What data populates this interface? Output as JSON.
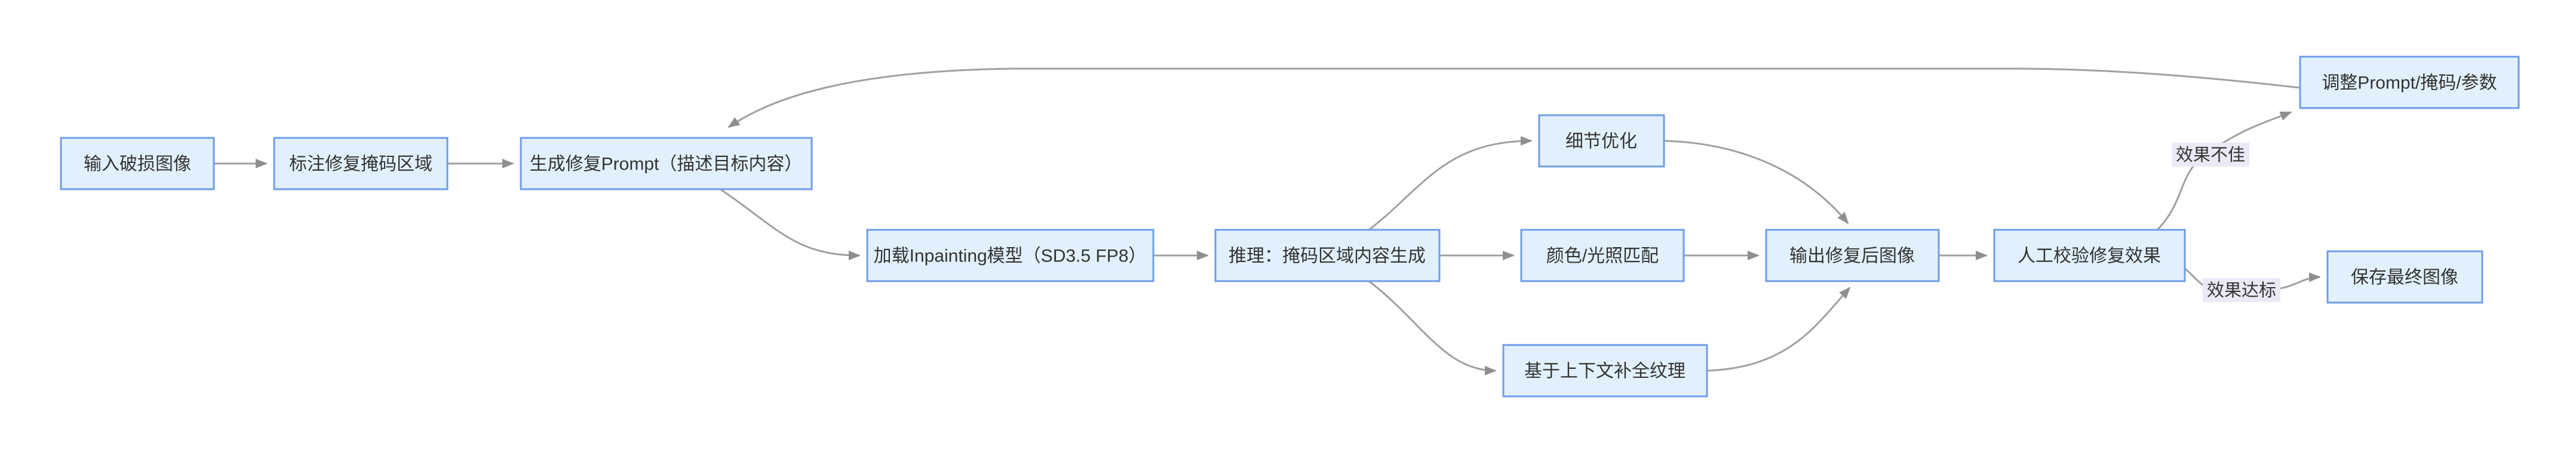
{
  "diagram": {
    "type": "flowchart",
    "direction": "LR",
    "nodes": [
      {
        "id": "input",
        "label": "输入破损图像"
      },
      {
        "id": "mask",
        "label": "标注修复掩码区域"
      },
      {
        "id": "prompt",
        "label": "生成修复Prompt（描述目标内容）"
      },
      {
        "id": "model",
        "label": "加载Inpainting模型（SD3.5 FP8）"
      },
      {
        "id": "inference",
        "label": "推理：掩码区域内容生成"
      },
      {
        "id": "detail",
        "label": "细节优化"
      },
      {
        "id": "color",
        "label": "颜色/光照匹配"
      },
      {
        "id": "texture",
        "label": "基于上下文补全纹理"
      },
      {
        "id": "output",
        "label": "输出修复后图像"
      },
      {
        "id": "review",
        "label": "人工校验修复效果"
      },
      {
        "id": "adjust",
        "label": "调整Prompt/掩码/参数"
      },
      {
        "id": "save",
        "label": "保存最终图像"
      }
    ],
    "edges": [
      {
        "from": "input",
        "to": "mask"
      },
      {
        "from": "mask",
        "to": "prompt"
      },
      {
        "from": "prompt",
        "to": "model"
      },
      {
        "from": "model",
        "to": "inference"
      },
      {
        "from": "inference",
        "to": "detail"
      },
      {
        "from": "inference",
        "to": "color"
      },
      {
        "from": "inference",
        "to": "texture"
      },
      {
        "from": "detail",
        "to": "output"
      },
      {
        "from": "color",
        "to": "output"
      },
      {
        "from": "texture",
        "to": "output"
      },
      {
        "from": "output",
        "to": "review"
      },
      {
        "from": "review",
        "to": "adjust",
        "label": "效果不佳"
      },
      {
        "from": "review",
        "to": "save",
        "label": "效果达标"
      },
      {
        "from": "adjust",
        "to": "prompt"
      }
    ],
    "colors": {
      "canvas_bg": "#ffffff",
      "node_fill": "#e1f0fc",
      "node_border": "#6f9ce8",
      "node_text": "#333333",
      "edge": "#a0a0a0",
      "edge_arrow": "#8f8f8f",
      "edge_label_bg": "#ece8f6",
      "edge_label_text": "#333333"
    }
  }
}
